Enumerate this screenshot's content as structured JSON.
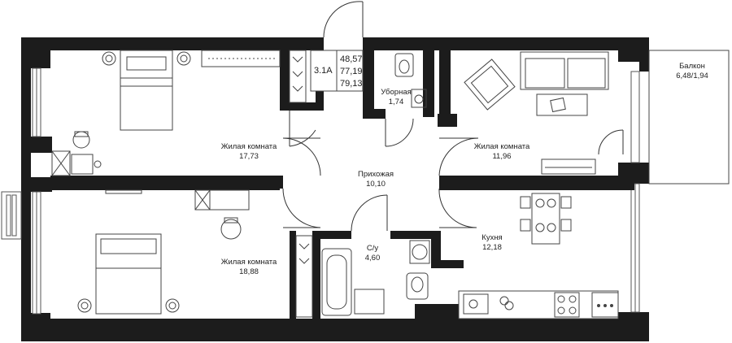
{
  "unit": {
    "code": "3.1А",
    "areas": [
      "48,57",
      "77,19",
      "79,13"
    ]
  },
  "rooms": [
    {
      "name": "Жилая комната",
      "area": "17,73"
    },
    {
      "name": "Уборная",
      "area": "1,74"
    },
    {
      "name": "Жилая комната",
      "area": "11,96"
    },
    {
      "name": "Балкон",
      "area": "6,48/1,94"
    },
    {
      "name": "Прихожая",
      "area": "10,10"
    },
    {
      "name": "Жилая комната",
      "area": "18,88"
    },
    {
      "name": "С/у",
      "area": "4,60"
    },
    {
      "name": "Кухня",
      "area": "12,18"
    }
  ],
  "colors": {
    "wall": "#1c1c1c",
    "line": "#333333",
    "bg": "#ffffff"
  }
}
